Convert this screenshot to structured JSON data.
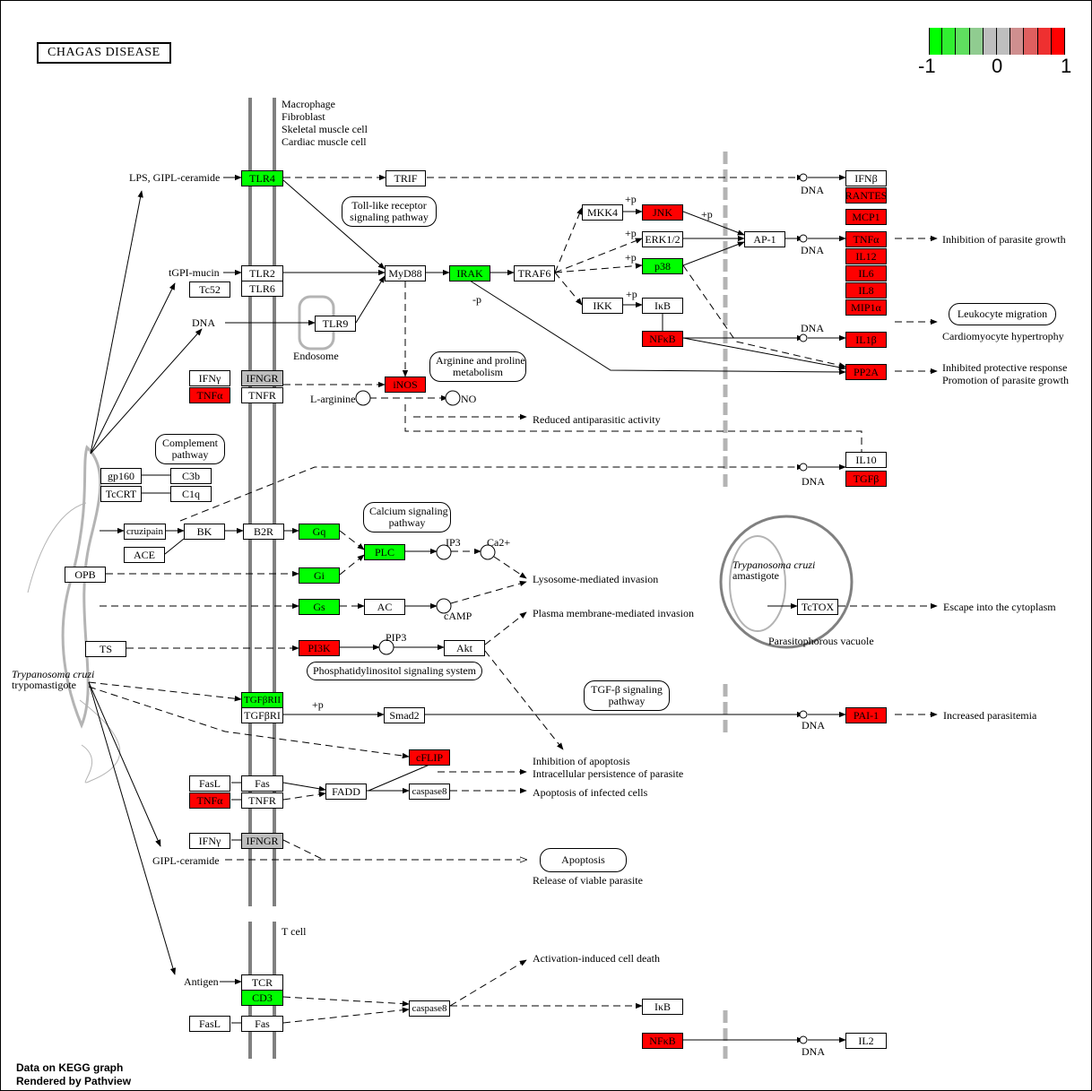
{
  "title": "CHAGAS DISEASE",
  "legend": {
    "min_label": "-1",
    "mid_label": "0",
    "max_label": "1",
    "colors": [
      "#00ff00",
      "#30ee30",
      "#5fdf5f",
      "#90cc90",
      "#bebebe",
      "#bebebe",
      "#cf8f8f",
      "#df5f5f",
      "#ee3030",
      "#ff0000"
    ]
  },
  "colors": {
    "up": "#ff0000",
    "down": "#00ff00",
    "nodata": "#bebebe",
    "none": "#ffffff",
    "membrane": "#808080",
    "nucleus": "#b4b4b4"
  },
  "cell_labels": {
    "host": [
      "Macrophage",
      "Fibroblast",
      "Skeletal muscle cell",
      "Cardiac muscle cell"
    ],
    "tcell": "T cell",
    "endosome": "Endosome",
    "parasite_trypo_italic": "Trypanosoma cruzi",
    "parasite_trypo": "trypomastigote",
    "parasite_ama_italic": "Trypanosoma cruzi",
    "parasite_ama": "amastigote",
    "vacuole": "Parasitophorous vacuole"
  },
  "nodes": [
    {
      "id": "TLR4",
      "label": "TLR4",
      "state": "down"
    },
    {
      "id": "TRIF",
      "label": "TRIF",
      "state": "none"
    },
    {
      "id": "TLR2",
      "label": "TLR2",
      "state": "none"
    },
    {
      "id": "TLR6",
      "label": "TLR6",
      "state": "none"
    },
    {
      "id": "Tc52",
      "label": "Tc52",
      "state": "none"
    },
    {
      "id": "TLR9",
      "label": "TLR9",
      "state": "none"
    },
    {
      "id": "MyD88",
      "label": "MyD88",
      "state": "none"
    },
    {
      "id": "IRAK",
      "label": "IRAK",
      "state": "down"
    },
    {
      "id": "TRAF6",
      "label": "TRAF6",
      "state": "none"
    },
    {
      "id": "MKK4",
      "label": "MKK4",
      "state": "none"
    },
    {
      "id": "JNK",
      "label": "JNK",
      "state": "up"
    },
    {
      "id": "ERK12",
      "label": "ERK1/2",
      "state": "none"
    },
    {
      "id": "p38",
      "label": "p38",
      "state": "down"
    },
    {
      "id": "IKK",
      "label": "IKK",
      "state": "none"
    },
    {
      "id": "IkB1",
      "label": "IκB",
      "state": "none"
    },
    {
      "id": "NFkB1",
      "label": "NFκB",
      "state": "up"
    },
    {
      "id": "AP1",
      "label": "AP-1",
      "state": "none"
    },
    {
      "id": "IFNb",
      "label": "IFNβ",
      "state": "none"
    },
    {
      "id": "RANTES",
      "label": "RANTES",
      "state": "up"
    },
    {
      "id": "MCP1",
      "label": "MCP1",
      "state": "up"
    },
    {
      "id": "TNFa_out",
      "label": "TNFα",
      "state": "up"
    },
    {
      "id": "IL12",
      "label": "IL12",
      "state": "up"
    },
    {
      "id": "IL6",
      "label": "IL6",
      "state": "up"
    },
    {
      "id": "IL8",
      "label": "IL8",
      "state": "up"
    },
    {
      "id": "MIP1a",
      "label": "MIP1α",
      "state": "up"
    },
    {
      "id": "IL1b",
      "label": "IL1β",
      "state": "up"
    },
    {
      "id": "PP2A",
      "label": "PP2A",
      "state": "up"
    },
    {
      "id": "IFNy1",
      "label": "IFNγ",
      "state": "none"
    },
    {
      "id": "IFNGR1",
      "label": "IFNGR",
      "state": "nodata"
    },
    {
      "id": "TNFa1",
      "label": "TNFα",
      "state": "up"
    },
    {
      "id": "TNFR1",
      "label": "TNFR",
      "state": "none"
    },
    {
      "id": "iNOS",
      "label": "iNOS",
      "state": "up"
    },
    {
      "id": "IL10",
      "label": "IL10",
      "state": "none"
    },
    {
      "id": "TGFb",
      "label": "TGFβ",
      "state": "up"
    },
    {
      "id": "gp160",
      "label": "gp160",
      "state": "none"
    },
    {
      "id": "C3b",
      "label": "C3b",
      "state": "none"
    },
    {
      "id": "TcCRT",
      "label": "TcCRT",
      "state": "none"
    },
    {
      "id": "C1q",
      "label": "C1q",
      "state": "none"
    },
    {
      "id": "cruzipain",
      "label": "cruzipain",
      "state": "none"
    },
    {
      "id": "BK",
      "label": "BK",
      "state": "none"
    },
    {
      "id": "ACE",
      "label": "ACE",
      "state": "none"
    },
    {
      "id": "B2R",
      "label": "B2R",
      "state": "none"
    },
    {
      "id": "Gq",
      "label": "Gq",
      "state": "down"
    },
    {
      "id": "PLC",
      "label": "PLC",
      "state": "down"
    },
    {
      "id": "OPB",
      "label": "OPB",
      "state": "none"
    },
    {
      "id": "Gi",
      "label": "Gi",
      "state": "down"
    },
    {
      "id": "Gs",
      "label": "Gs",
      "state": "down"
    },
    {
      "id": "AC",
      "label": "AC",
      "state": "none"
    },
    {
      "id": "TcTOX",
      "label": "TcTOX",
      "state": "none"
    },
    {
      "id": "TS",
      "label": "TS",
      "state": "none"
    },
    {
      "id": "PI3K",
      "label": "PI3K",
      "state": "up"
    },
    {
      "id": "Akt",
      "label": "Akt",
      "state": "none"
    },
    {
      "id": "TGFbRII",
      "label": "TGFβRII",
      "state": "down"
    },
    {
      "id": "TGFbRI",
      "label": "TGFβRI",
      "state": "none"
    },
    {
      "id": "Smad2",
      "label": "Smad2",
      "state": "none"
    },
    {
      "id": "PAI1",
      "label": "PAI-1",
      "state": "up"
    },
    {
      "id": "cFLIP",
      "label": "cFLIP",
      "state": "up"
    },
    {
      "id": "FasL1",
      "label": "FasL",
      "state": "none"
    },
    {
      "id": "Fas1",
      "label": "Fas",
      "state": "none"
    },
    {
      "id": "TNFa2",
      "label": "TNFα",
      "state": "up"
    },
    {
      "id": "TNFR2",
      "label": "TNFR",
      "state": "none"
    },
    {
      "id": "FADD",
      "label": "FADD",
      "state": "none"
    },
    {
      "id": "caspase8a",
      "label": "caspase8",
      "state": "none"
    },
    {
      "id": "IFNy2",
      "label": "IFNγ",
      "state": "none"
    },
    {
      "id": "IFNGR2",
      "label": "IFNGR",
      "state": "nodata"
    },
    {
      "id": "TCR",
      "label": "TCR",
      "state": "none"
    },
    {
      "id": "CD3",
      "label": "CD3",
      "state": "down"
    },
    {
      "id": "FasL2",
      "label": "FasL",
      "state": "none"
    },
    {
      "id": "Fas2",
      "label": "Fas",
      "state": "none"
    },
    {
      "id": "caspase8b",
      "label": "caspase8",
      "state": "none"
    },
    {
      "id": "IkB2",
      "label": "IκB",
      "state": "none"
    },
    {
      "id": "NFkB2",
      "label": "NFκB",
      "state": "up"
    },
    {
      "id": "IL2",
      "label": "IL2",
      "state": "none"
    }
  ],
  "labels": {
    "lps": "LPS, GIPL-ceramide",
    "tgpi": "tGPI-mucin",
    "dna_left": "DNA",
    "larg": "L-arginine",
    "no": "NO",
    "minus_p": "-p",
    "plus_p": "+p",
    "dna": "DNA",
    "ip3": "IP3",
    "ca": "Ca2+",
    "pip3": "PIP3",
    "camp": "cAMP",
    "gipl": "GIPL-ceramide",
    "antigen": "Antigen"
  },
  "pathways": {
    "tlr": [
      "Toll-like receptor",
      "signaling pathway"
    ],
    "arg": [
      "Arginine and proline",
      "metabolism"
    ],
    "complement": [
      "Complement",
      "pathway"
    ],
    "calcium": [
      "Calcium signaling",
      "pathway"
    ],
    "pi": [
      "Phosphatidylinositol signaling system"
    ],
    "tgf": [
      "TGF-β signaling",
      "pathway"
    ],
    "leuko": [
      "Leukocyte migration"
    ],
    "apoptosis": [
      "Apoptosis"
    ]
  },
  "outcomes": {
    "inhibition_growth": "Inhibition of parasite growth",
    "cardio": "Cardiomyocyte hypertrophy",
    "inhibited_prot": "Inhibited protective response",
    "promotion": "Promotion of parasite growth",
    "reduced": "Reduced antiparasitic activity",
    "lysosome": "Lysosome-mediated invasion",
    "plasma": "Plasma membrane-mediated invasion",
    "escape": "Escape into the cytoplasm",
    "increased": "Increased parasitemia",
    "inhib_apop": "Inhibition of apoptosis",
    "intracell": "Intracellular persistence of parasite",
    "apop_inf": "Apoptosis of infected cells",
    "release": "Release of viable parasite",
    "aicd": "Activation-induced cell death"
  },
  "footer": [
    "Data on KEGG graph",
    "Rendered by Pathview"
  ]
}
